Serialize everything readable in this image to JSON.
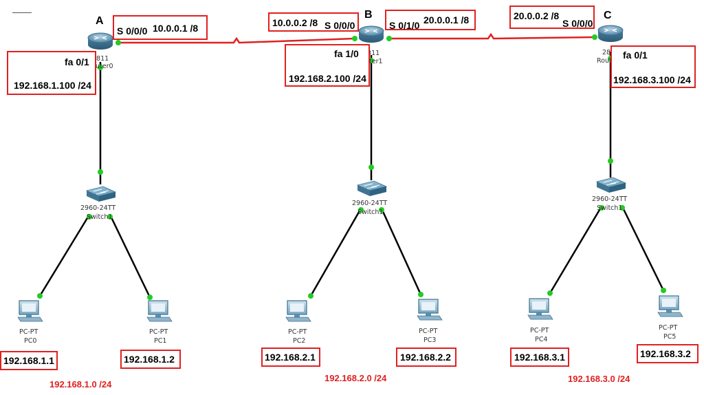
{
  "routers": [
    {
      "letter": "A",
      "model": "2811",
      "name": "Router0"
    },
    {
      "letter": "B",
      "model": "2811",
      "name": "Router1"
    },
    {
      "letter": "C",
      "model": "2811",
      "name": "Router2"
    }
  ],
  "switches": [
    {
      "model": "2960-24TT",
      "name": "Switch1"
    },
    {
      "model": "2960-24TT",
      "name": "Switch1"
    },
    {
      "model": "2960-24TT",
      "name": "Switch1"
    }
  ],
  "pcs": [
    {
      "type": "PC-PT",
      "name": "PC0",
      "ip": "192.168.1.1"
    },
    {
      "type": "PC-PT",
      "name": "PC1",
      "ip": "192.168.1.2"
    },
    {
      "type": "PC-PT",
      "name": "PC2",
      "ip": "192.168.2.1"
    },
    {
      "type": "PC-PT",
      "name": "PC3",
      "ip": "192.168.2.2"
    },
    {
      "type": "PC-PT",
      "name": "PC4",
      "ip": "192.168.3.1"
    },
    {
      "type": "PC-PT",
      "name": "PC5",
      "ip": "192.168.3.2"
    }
  ],
  "interfaces": {
    "a_serial": "S 0/0/0",
    "a_serial_ip": "10.0.0.1 /8",
    "a_fa": "fa 0/1",
    "a_fa_ip": "192.168.1.100 /24",
    "b_serial0_ip": "10.0.0.2 /8",
    "b_serial0": "S 0/0/0",
    "b_serial1": "S 0/1/0",
    "b_serial1_ip": "20.0.0.1 /8",
    "b_fa": "fa 1/0",
    "b_fa_ip": "192.168.2.100 /24",
    "c_serial_ip": "20.0.0.2 /8",
    "c_serial": "S 0/0/0",
    "c_fa": "fa 0/1",
    "c_fa_ip": "192.168.3.100 /24"
  },
  "networks": [
    "192.168.1.0 /24",
    "192.168.2.0 /24",
    "192.168.3.0 /24"
  ],
  "colors": {
    "box": "#e02020",
    "serial_link": "#e02020",
    "ethernet_link": "#000000",
    "link_up": "#22cc22",
    "network_text": "#e02020"
  }
}
